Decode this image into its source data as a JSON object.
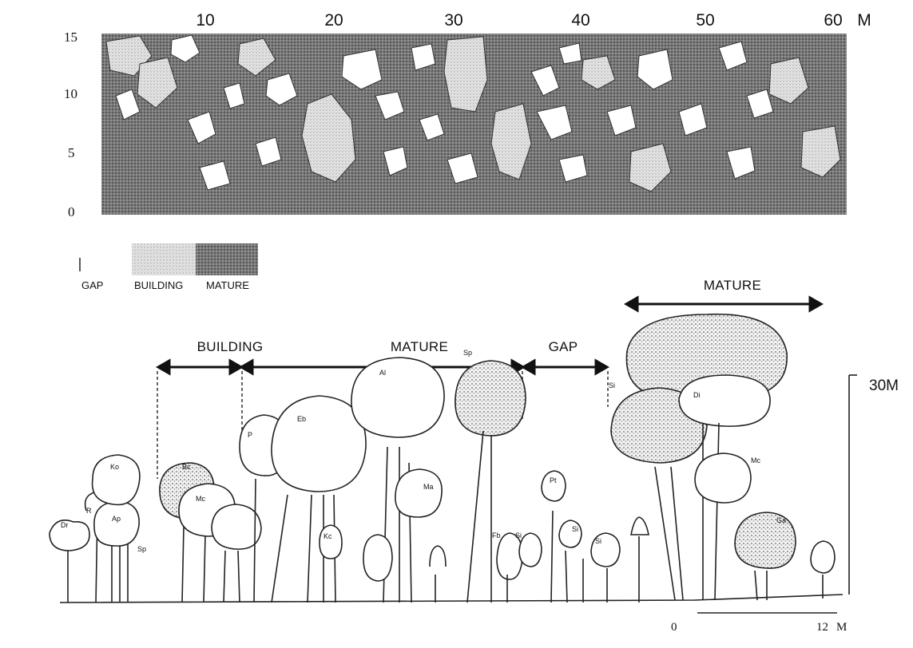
{
  "map": {
    "x_ticks": [
      "10",
      "20",
      "30",
      "40",
      "50",
      "60"
    ],
    "x_unit": "M",
    "y_ticks": [
      "15",
      "10",
      "5",
      "0"
    ]
  },
  "legend": {
    "gap": "GAP",
    "building": "BUILDING",
    "mature": "MATURE"
  },
  "profile": {
    "phases": {
      "building": "BUILDING",
      "mature": "MATURE",
      "gap": "GAP",
      "mature_top": "MATURE"
    },
    "height_label": "30M",
    "scale_start": "0",
    "scale_end": "12",
    "scale_unit": "M",
    "species_codes": [
      "Dr",
      "R",
      "Ko",
      "Ap",
      "Sp",
      "Bc",
      "Mc",
      "P",
      "Eb",
      "Kc",
      "Al",
      "Ma",
      "Sp",
      "Fb",
      "Si",
      "Pt",
      "Si",
      "Si",
      "Di",
      "Si",
      "Mc",
      "Ga"
    ]
  },
  "colors": {
    "mature": "#6e6e6e",
    "building": "#cfcfcf",
    "gap": "#ffffff",
    "ink": "#111111"
  }
}
